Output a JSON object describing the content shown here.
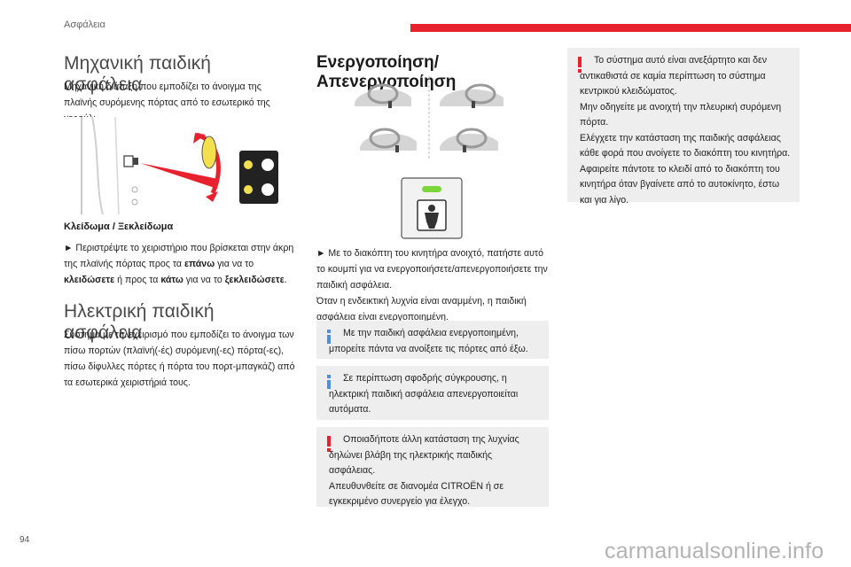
{
  "header": {
    "section": "Ασφάλεια"
  },
  "col1": {
    "title_mech": "Μηχανική παιδική ασφάλεια",
    "mech_desc": "Μηχανική διάταξη που εμποδίζει το άνοιγμα της πλαϊνής συρόμενης πόρτας από το εσωτερικό της χερούλι.",
    "lock_heading": "Κλείδωμα / Ξεκλείδωμα",
    "lock_prefix": "► Περιστρέψτε το χειριστήριο που βρίσκεται στην άκρη της πλαϊνής πόρτας προς τα ",
    "lock_up": "επάνω",
    "lock_mid1": " για να το ",
    "lock_lock": "κλειδώσετε",
    "lock_mid2": " ή προς τα ",
    "lock_down": "κάτω",
    "lock_mid3": " για να το ",
    "lock_unlock": "ξεκλειδώσετε",
    "lock_end": ".",
    "title_elec": "Ηλεκτρική παιδική ασφάλεια",
    "elec_desc": "Σύστημα με τηλεχειρισμό που εμποδίζει το άνοιγμα των πίσω πορτών (πλαϊνή(-ές) συρόμενη(-ες) πόρτα(-ες), πίσω δίφυλλες πόρτες ή πόρτα του πορτ-μπαγκάζ) από τα εσωτερικά χειριστήριά τους."
  },
  "col2": {
    "title": "Ενεργοποίηση/Απενεργοποίηση",
    "instr_p1": "► Με το διακόπτη του κινητήρα ανοιχτό, πατήστε αυτό το κουμπί για να ενεργοποιήσετε/απενεργοποιήσετε την παιδική ασφάλεια.",
    "instr_p2": "Όταν η ενδεικτική λυχνία είναι αναμμένη, η παιδική ασφάλεια είναι ενεργοποιημένη.",
    "note1": "Με την παιδική ασφάλεια ενεργοποιημένη, μπορείτε πάντα να ανοίξετε τις πόρτες από έξω.",
    "note2": "Σε περίπτωση σφοδρής σύγκρουσης, η ηλεκτρική παιδική ασφάλεια απενεργοποιείται αυτόματα.",
    "warn1_p1": "Οποιαδήποτε άλλη κατάσταση της λυχνίας δηλώνει βλάβη της ηλεκτρικής παιδικής ασφάλειας.",
    "warn1_p2": "Απευθυνθείτε σε διανομέα CITROËN ή σε εγκεκριμένο συνεργείο για έλεγχο."
  },
  "col3": {
    "warn2_p1": "Το σύστημα αυτό είναι ανεξάρτητο και δεν αντικαθιστά σε καμία περίπτωση το σύστημα κεντρικού κλειδώματος.",
    "warn2_p2": "Μην οδηγείτε με ανοιχτή την πλευρική συρόμενη πόρτα.",
    "warn2_p3": "Ελέγχετε την κατάσταση της παιδικής ασφάλειας κάθε φορά που ανοίγετε το διακόπτη του κινητήρα.",
    "warn2_p4": "Αφαιρείτε πάντοτε το κλειδί από το διακόπτη του κινητήρα όταν βγαίνετε από το αυτοκίνητο, έστω και για λίγο."
  },
  "footer": {
    "page": "94",
    "watermark": "carmanualsonline.info"
  },
  "colors": {
    "accent_red": "#e8212e",
    "info_blue": "#4a90e2",
    "led_green": "#7bd63a",
    "note_bg": "#eeeeee"
  },
  "icons": [
    "child-lock-icon",
    "info-icon",
    "warning-icon",
    "steering-wheel-icon",
    "led-indicator-icon"
  ]
}
